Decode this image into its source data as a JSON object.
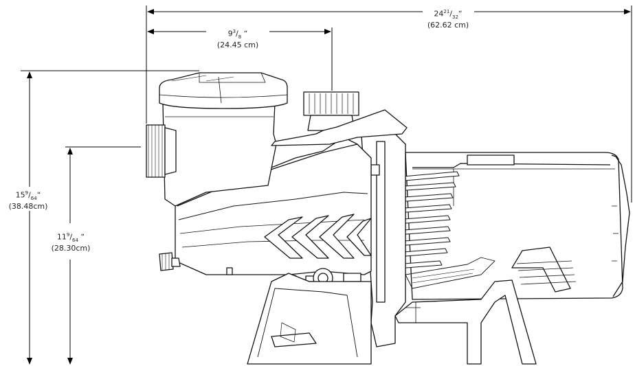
{
  "dimensions": {
    "overall_length": {
      "whole": "24",
      "num": "21",
      "den": "32",
      "unit": "“",
      "metric": "(62.62 cm)"
    },
    "inlet_offset": {
      "whole": "9",
      "num": "3",
      "den": "8",
      "unit": " “",
      "metric": "(24.45 cm)"
    },
    "overall_height": {
      "whole": "15",
      "num": "9",
      "den": "64",
      "unit": "“",
      "metric": "(38.48cm)"
    },
    "inlet_height": {
      "whole": "11",
      "num": "9",
      "den": "64",
      "unit": " “",
      "metric": "(28.30cm)"
    }
  }
}
